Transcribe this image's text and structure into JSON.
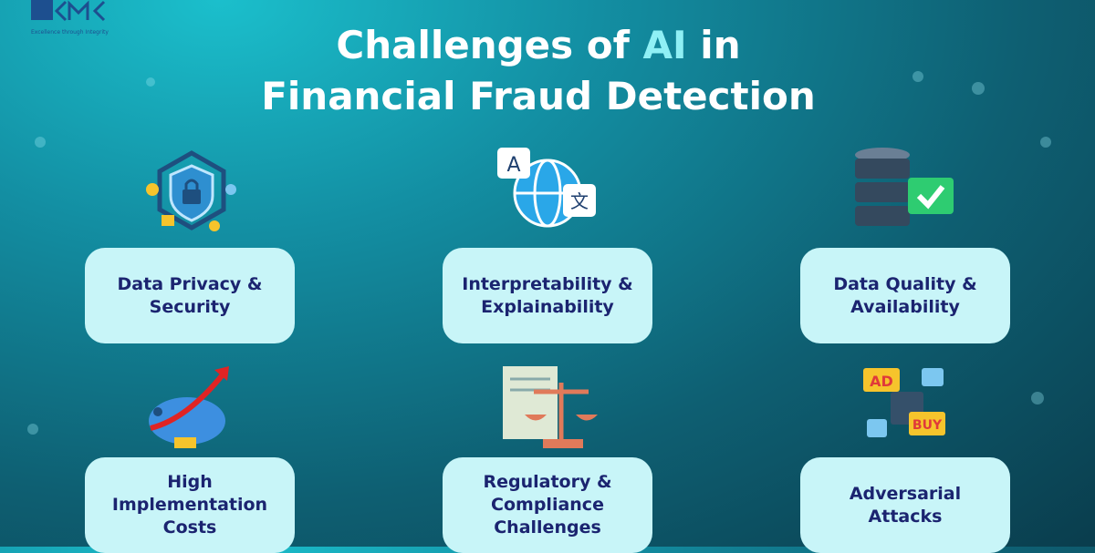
{
  "logo": {
    "text": "KMK",
    "tagline": "Excellence through Integrity"
  },
  "title": {
    "line1_pre": "Challenges of ",
    "line1_accent": "AI",
    "line1_post": " in",
    "line2": "Financial Fraud Detection"
  },
  "colors": {
    "card_bg": "#c8f5f8",
    "card_text": "#1b2470",
    "accent": "#8ff0f5"
  },
  "items": [
    {
      "label": "Data Privacy & Security",
      "icon": "shield-lock-icon"
    },
    {
      "label": "Interpretability & Explainability",
      "icon": "globe-translate-icon"
    },
    {
      "label": "Data Quality & Availability",
      "icon": "database-check-icon"
    },
    {
      "label": "High Implementation Costs",
      "icon": "piggy-bank-arrow-icon"
    },
    {
      "label": "Regulatory & Compliance Challenges",
      "icon": "document-scales-icon"
    },
    {
      "label": "Adversarial Attacks",
      "icon": "ad-hacking-icon"
    }
  ]
}
